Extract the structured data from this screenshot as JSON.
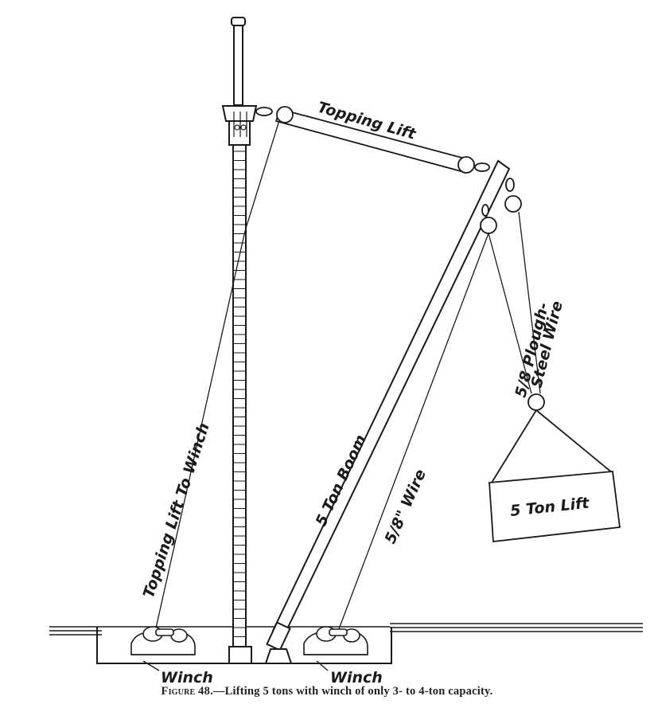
{
  "labels": {
    "topping_lift": "Topping Lift",
    "steel_wire_1": "5/8 Plough-",
    "steel_wire_2": "Steel Wire",
    "boom": "5 Ton Boom",
    "wire": "5/8\" Wire",
    "topping_lift_to_winch": "Topping Lift To Winch",
    "load": "5 Ton Lift",
    "winch_left": "Winch",
    "winch_right": "Winch"
  },
  "caption": {
    "figure": "Figure 48.",
    "text": "—Lifting 5 tons with winch of only 3- to 4-ton capacity."
  },
  "colors": {
    "ink": "#1a1a1a",
    "paper": "#ffffff"
  }
}
